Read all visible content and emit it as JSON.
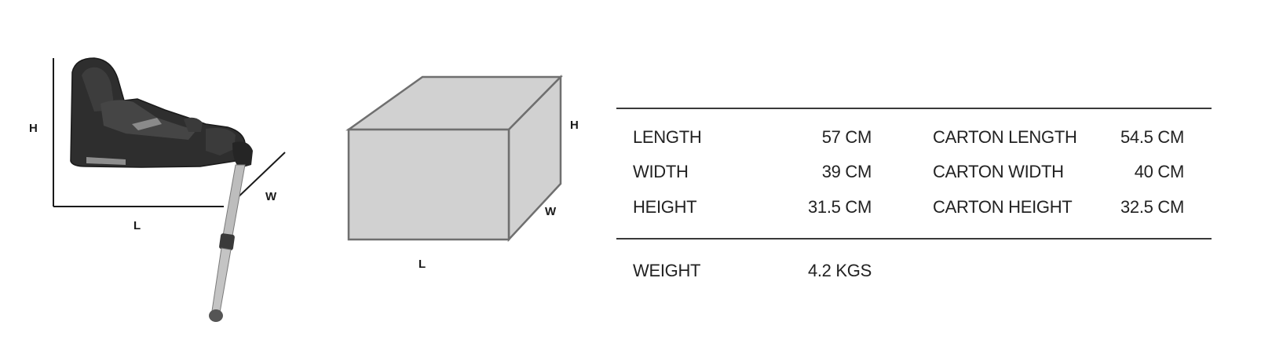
{
  "product_diagram": {
    "label_h": "H",
    "label_w": "W",
    "label_l": "L"
  },
  "carton_diagram": {
    "label_h": "H",
    "label_w": "W",
    "label_l": "L"
  },
  "specs": {
    "rows": [
      {
        "label": "LENGTH",
        "value": "57 CM",
        "carton_label": "CARTON LENGTH",
        "carton_value": "54.5 CM"
      },
      {
        "label": "WIDTH",
        "value": "39 CM",
        "carton_label": "CARTON WIDTH",
        "carton_value": "40 CM"
      },
      {
        "label": "HEIGHT",
        "value": "31.5 CM",
        "carton_label": "CARTON HEIGHT",
        "carton_value": "32.5 CM"
      }
    ],
    "weight": {
      "label": "WEIGHT",
      "value": "4.2 KGS"
    }
  },
  "colors": {
    "carton_fill": "#d1d1d1",
    "carton_stroke": "#6f6f6f",
    "seat_dark": "#2a2a2a",
    "rule": "#3a3a3a"
  }
}
